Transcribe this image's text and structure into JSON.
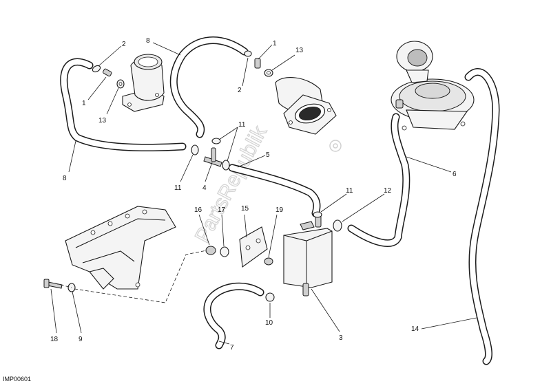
{
  "diagram": {
    "watermark": "PartsRepublik",
    "image_code": "IMP00601",
    "callouts": [
      {
        "id": "c2a",
        "text": "2"
      },
      {
        "id": "c1a",
        "text": "1"
      },
      {
        "id": "c13a",
        "text": "13"
      },
      {
        "id": "c8a",
        "text": "8"
      },
      {
        "id": "c8b",
        "text": "8"
      },
      {
        "id": "c1b",
        "text": "1"
      },
      {
        "id": "c13b",
        "text": "13"
      },
      {
        "id": "c2b",
        "text": "2"
      },
      {
        "id": "c11a",
        "text": "11"
      },
      {
        "id": "c11b",
        "text": "11"
      },
      {
        "id": "c4",
        "text": "4"
      },
      {
        "id": "c5",
        "text": "5"
      },
      {
        "id": "c6",
        "text": "6"
      },
      {
        "id": "c11c",
        "text": "11"
      },
      {
        "id": "c12",
        "text": "12"
      },
      {
        "id": "c16",
        "text": "16"
      },
      {
        "id": "c17",
        "text": "17"
      },
      {
        "id": "c15",
        "text": "15"
      },
      {
        "id": "c19",
        "text": "19"
      },
      {
        "id": "c10",
        "text": "10"
      },
      {
        "id": "c3",
        "text": "3"
      },
      {
        "id": "c7",
        "text": "7"
      },
      {
        "id": "c18",
        "text": "18"
      },
      {
        "id": "c9",
        "text": "9"
      },
      {
        "id": "c14",
        "text": "14"
      }
    ]
  }
}
